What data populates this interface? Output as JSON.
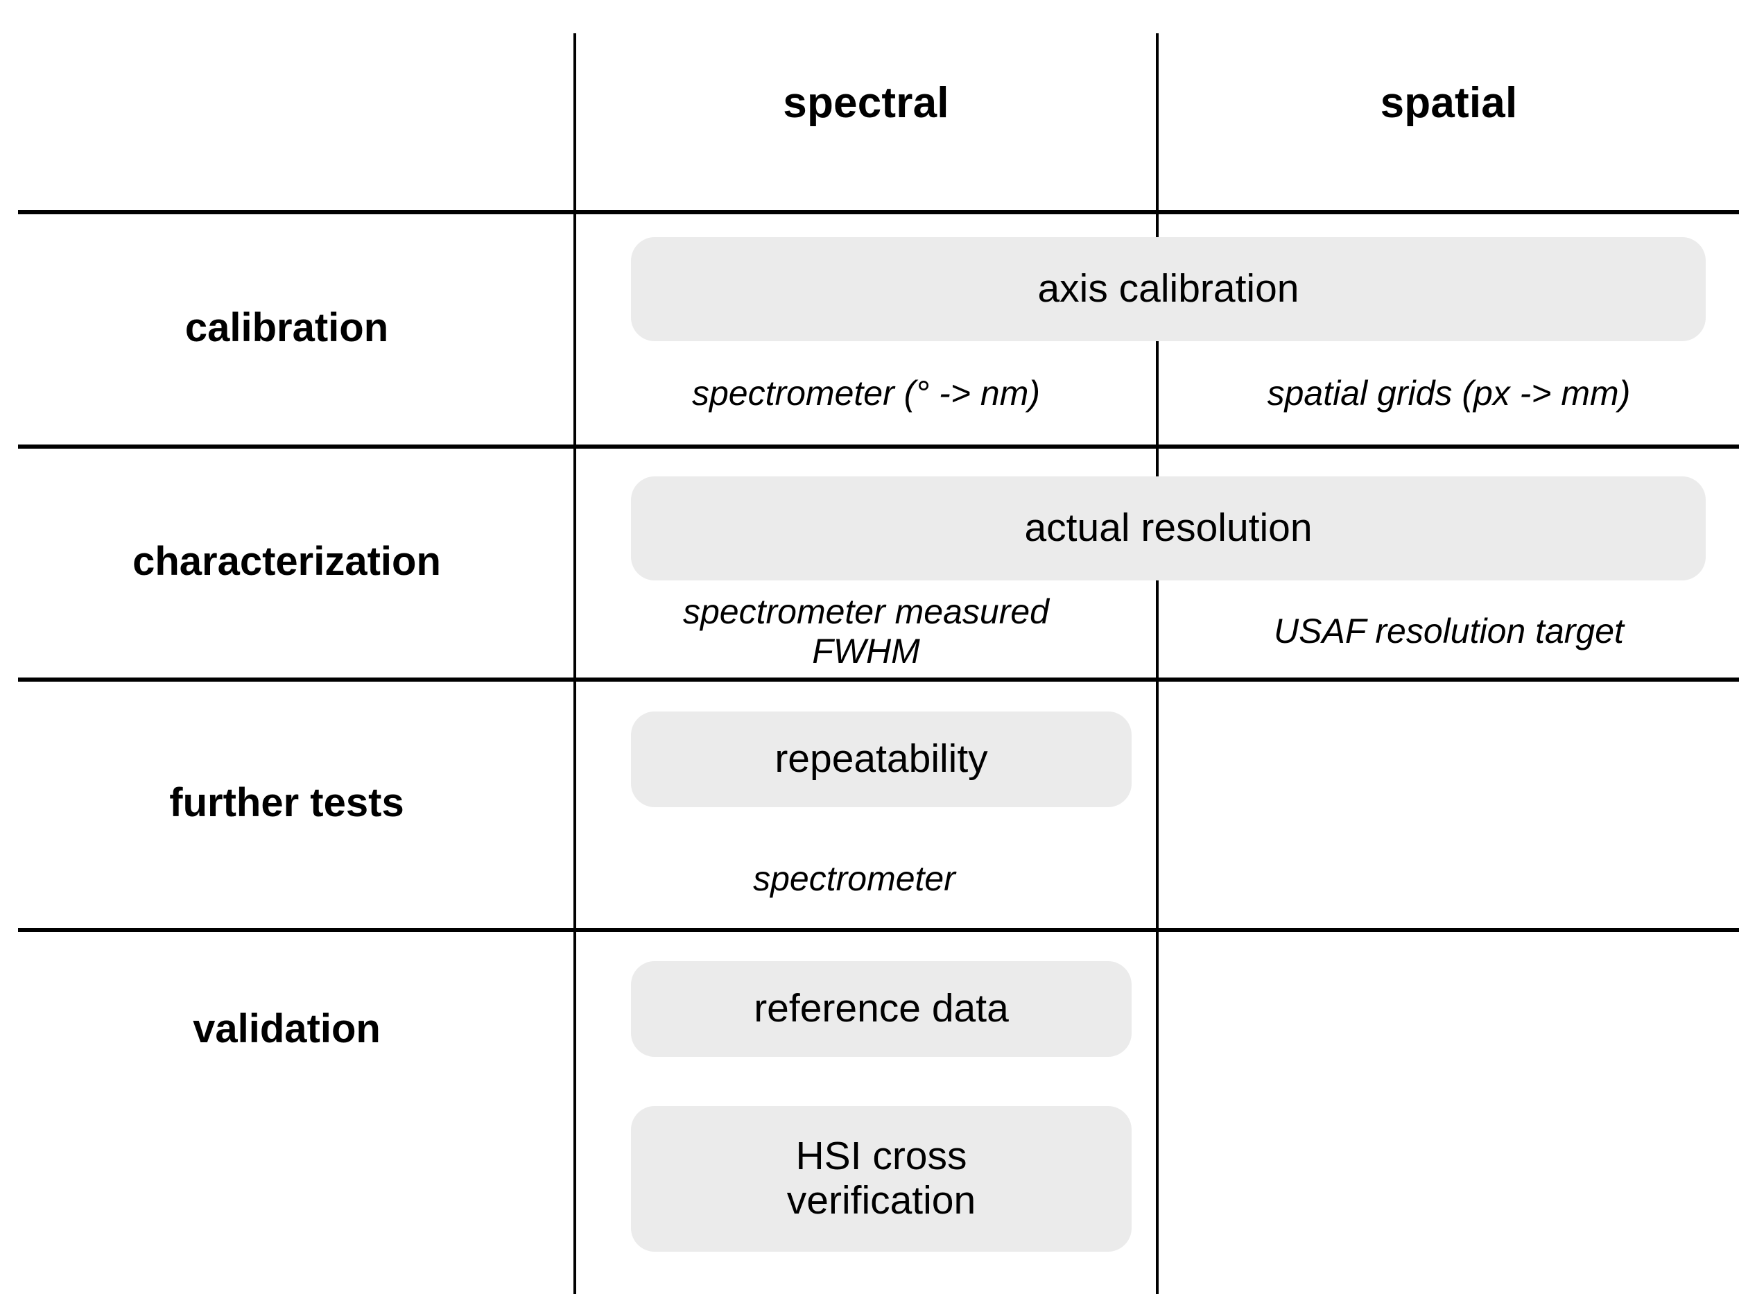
{
  "table": {
    "columns": [
      {
        "key": "row_label",
        "header": ""
      },
      {
        "key": "spectral",
        "header": "spectral"
      },
      {
        "key": "spatial",
        "header": "spatial"
      }
    ],
    "rows": [
      {
        "label": "calibration",
        "pill_span": "both",
        "pill": "axis calibration",
        "spectral_sub": "spectrometer (° -> nm)",
        "spatial_sub": "spatial grids (px -> mm)"
      },
      {
        "label": "characterization",
        "pill_span": "both",
        "pill": "actual resolution",
        "spectral_sub": "spectrometer measured\nFWHM",
        "spatial_sub": "USAF resolution target"
      },
      {
        "label": "further tests",
        "pill_span": "spectral",
        "pill": "repeatability",
        "spectral_sub": "spectrometer",
        "spatial_sub": ""
      },
      {
        "label": "validation",
        "pill_span": "spectral",
        "pill": "reference data",
        "pill2": "HSI cross\nverification",
        "spectral_sub": "",
        "spatial_sub": ""
      }
    ]
  },
  "style": {
    "pill_color": "#ebebeb",
    "rule_color": "#000000",
    "text_color": "#000000",
    "background": "#ffffff"
  }
}
